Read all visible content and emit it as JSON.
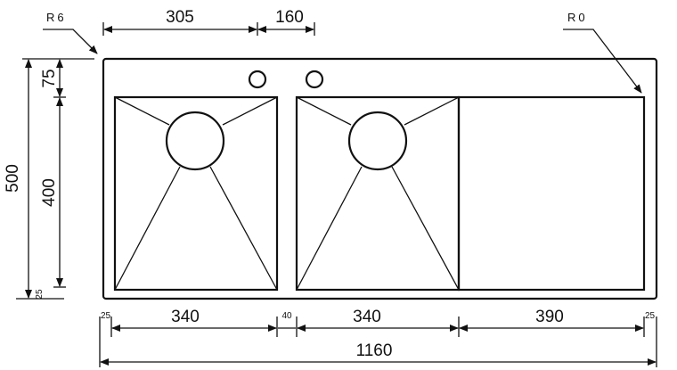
{
  "labels": {
    "radius_outer": "R6",
    "radius_inner": "R0"
  },
  "dimensions": {
    "top_tap_offset": "305",
    "top_tap_spacing": "160",
    "total_depth": "500",
    "back_margin": "75",
    "bowl_depth": "400",
    "front_margin": "25",
    "left_margin": "25",
    "bowl1_width": "340",
    "bowl_gap": "40",
    "bowl2_width": "340",
    "drainer_width": "390",
    "right_margin": "25",
    "total_width": "1160"
  },
  "colors": {
    "line": "#111111",
    "background": "#ffffff"
  }
}
